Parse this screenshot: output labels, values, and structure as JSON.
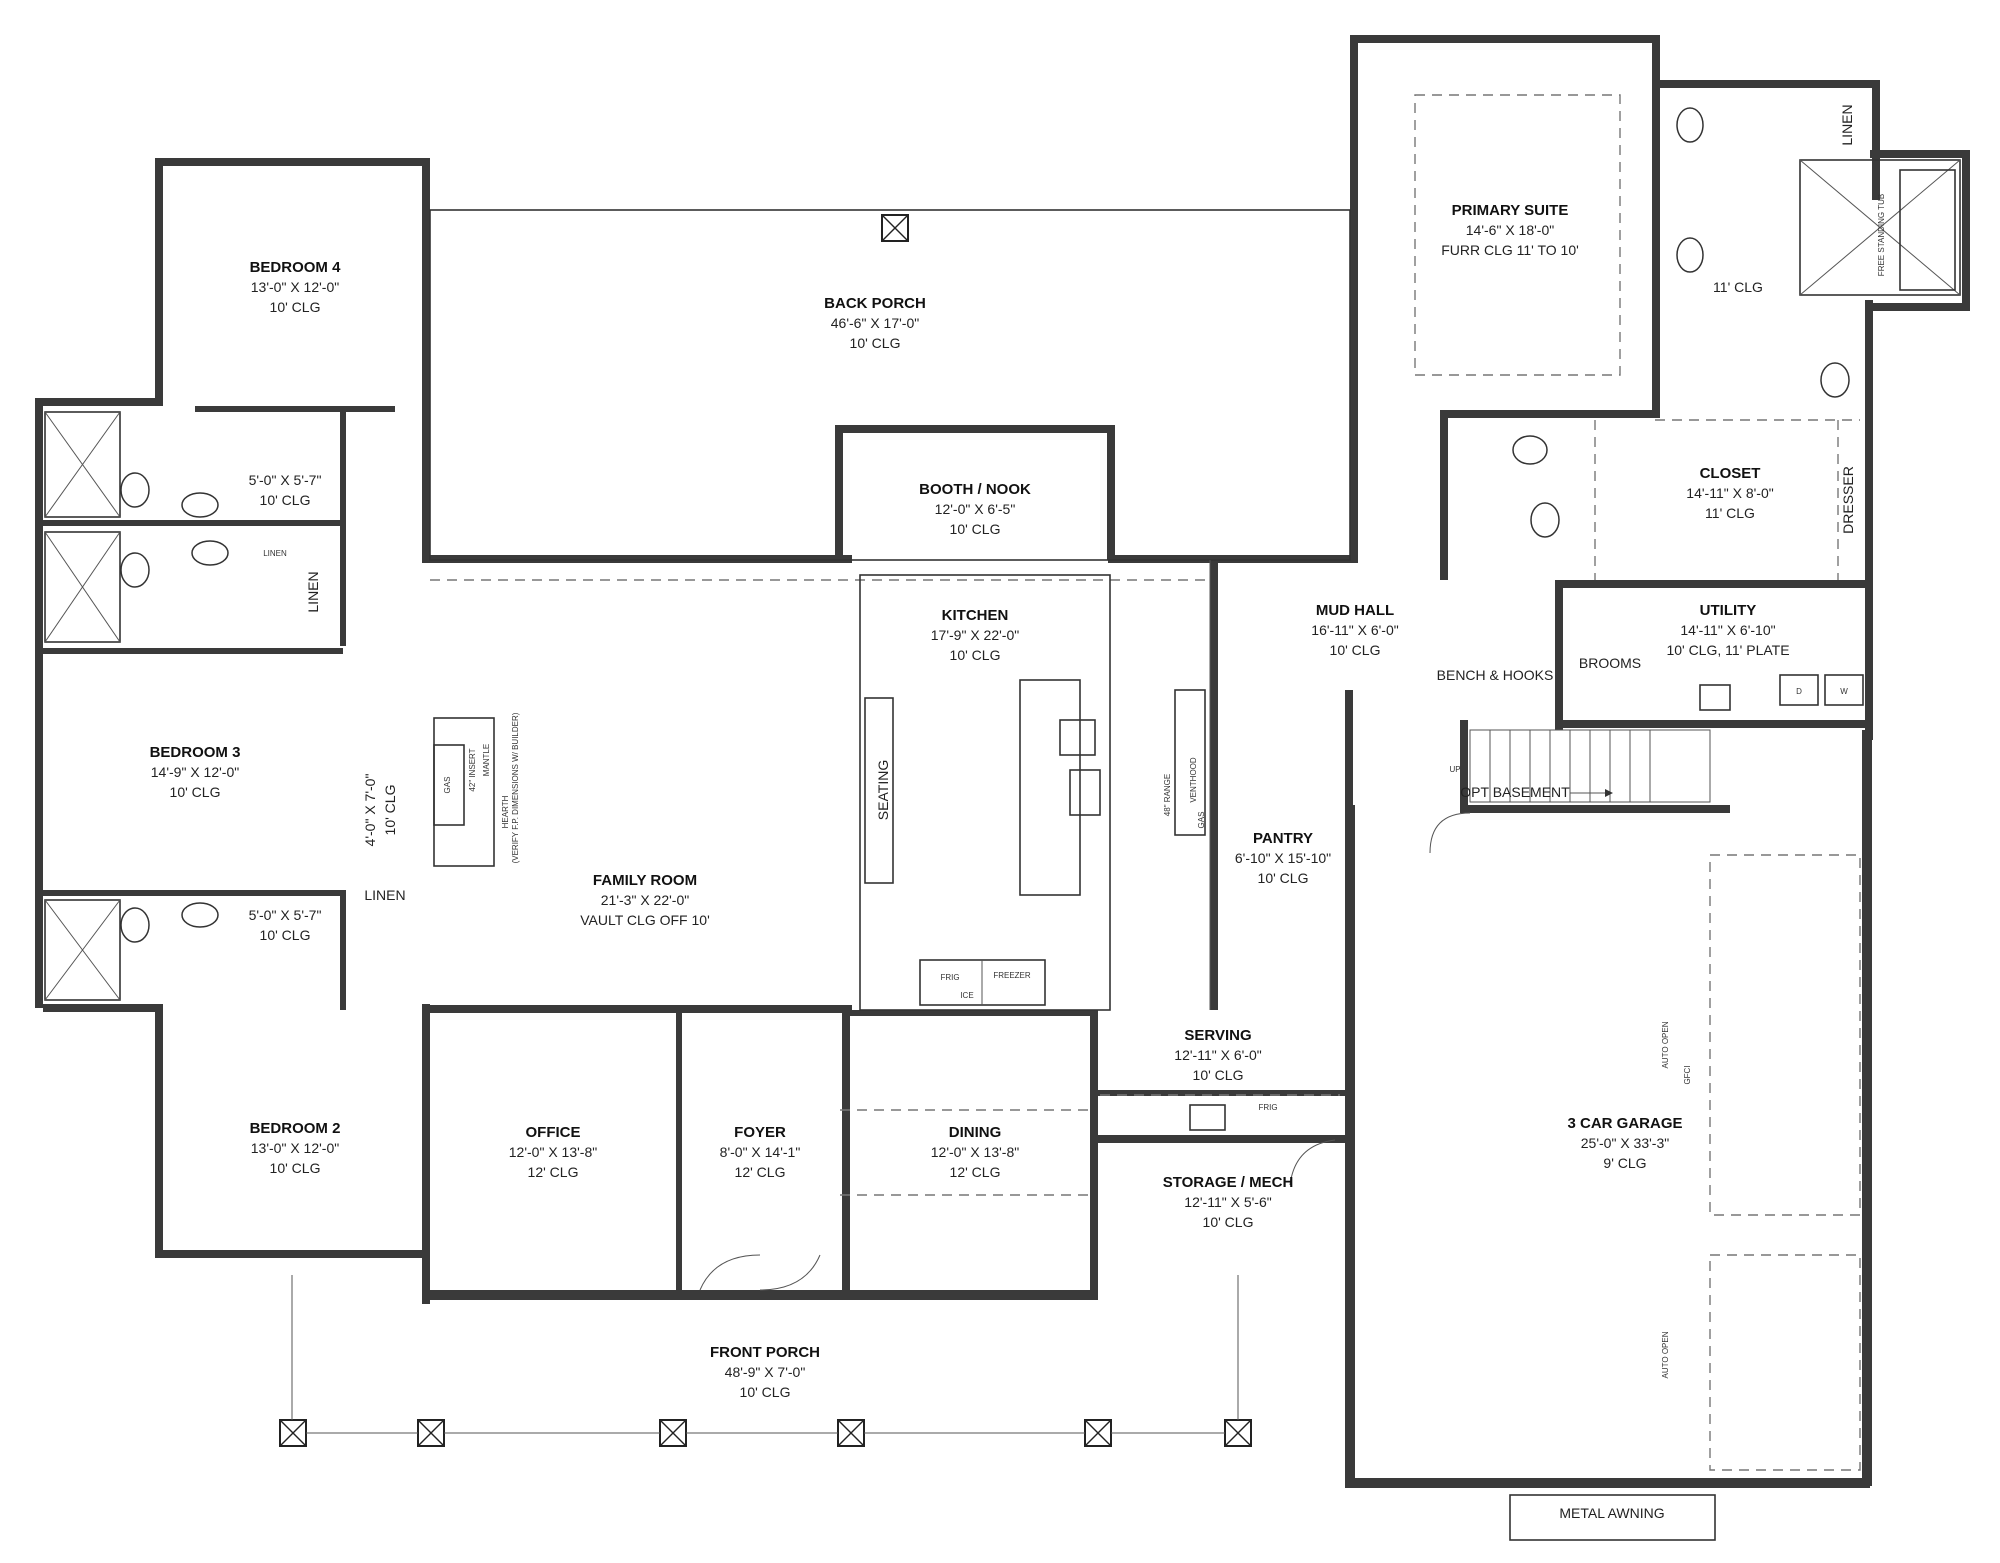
{
  "rooms": [
    {
      "id": "bedroom4",
      "name": "BEDROOM 4",
      "dims": "13'-0\" X 12'-0\"",
      "ceiling": "10' CLG"
    },
    {
      "id": "back-porch",
      "name": "BACK PORCH",
      "dims": "46'-6\" X 17'-0\"",
      "ceiling": "10' CLG"
    },
    {
      "id": "primary-suite",
      "name": "PRIMARY SUITE",
      "dims": "14'-6\" X 18'-0\"",
      "ceiling": "FURR CLG 11' TO 10'"
    },
    {
      "id": "booth-nook",
      "name": "BOOTH / NOOK",
      "dims": "12'-0\" X 6'-5\"",
      "ceiling": "10' CLG"
    },
    {
      "id": "closet",
      "name": "CLOSET",
      "dims": "14'-11\" X 8'-0\"",
      "ceiling": "11' CLG"
    },
    {
      "id": "kitchen",
      "name": "KITCHEN",
      "dims": "17'-9\" X 22'-0\"",
      "ceiling": "10' CLG"
    },
    {
      "id": "mud-hall",
      "name": "MUD HALL",
      "dims": "16'-11\" X 6'-0\"",
      "ceiling": "10' CLG"
    },
    {
      "id": "utility",
      "name": "UTILITY",
      "dims": "14'-11\" X 6'-10\"",
      "ceiling": "10' CLG, 11' PLATE"
    },
    {
      "id": "bedroom3",
      "name": "BEDROOM 3",
      "dims": "14'-9\" X 12'-0\"",
      "ceiling": "10' CLG"
    },
    {
      "id": "pantry",
      "name": "PANTRY",
      "dims": "6'-10\" X 15'-10\"",
      "ceiling": "10' CLG"
    },
    {
      "id": "family-room",
      "name": "FAMILY ROOM",
      "dims": "21'-3\" X 22'-0\"",
      "ceiling": "VAULT CLG OFF 10'"
    },
    {
      "id": "serving",
      "name": "SERVING",
      "dims": "12'-11\" X 6'-0\"",
      "ceiling": "10' CLG"
    },
    {
      "id": "bedroom2",
      "name": "BEDROOM 2",
      "dims": "13'-0\" X 12'-0\"",
      "ceiling": "10' CLG"
    },
    {
      "id": "office",
      "name": "OFFICE",
      "dims": "12'-0\" X 13'-8\"",
      "ceiling": "12' CLG"
    },
    {
      "id": "foyer",
      "name": "FOYER",
      "dims": "8'-0\" X 14'-1\"",
      "ceiling": "12' CLG"
    },
    {
      "id": "dining",
      "name": "DINING",
      "dims": "12'-0\" X 13'-8\"",
      "ceiling": "12' CLG"
    },
    {
      "id": "storage-mech",
      "name": "STORAGE / MECH",
      "dims": "12'-11\" X 5'-6\"",
      "ceiling": "10' CLG"
    },
    {
      "id": "garage",
      "name": "3 CAR GARAGE",
      "dims": "25'-0\" X 33'-3\"",
      "ceiling": "9' CLG"
    },
    {
      "id": "front-porch",
      "name": "FRONT PORCH",
      "dims": "48'-9\" X 7'-0\"",
      "ceiling": "10' CLG"
    }
  ],
  "baths": [
    {
      "id": "bath-upper",
      "dims": "5'-0\" X 5'-7\"",
      "ceiling": "10' CLG"
    },
    {
      "id": "bath-lower",
      "dims": "5'-0\" X 5'-7\"",
      "ceiling": "10' CLG"
    },
    {
      "id": "closet-small",
      "dims": "4'-0\" X 7'-0\"",
      "ceiling": "10' CLG"
    }
  ],
  "labels": {
    "linen_1": "LINEN",
    "linen_2": "LINEN",
    "linen_3": "LINEN",
    "linen_small": "LINEN",
    "dresser": "DRESSER",
    "primary_bath_clg": "11' CLG",
    "free_tub": "FREE STANDING TUB",
    "seating": "SEATING",
    "bench_hooks": "BENCH & HOOKS",
    "brooms": "BROOMS",
    "up": "UP",
    "opt_basement": "OPT BASEMENT",
    "metal_awning": "METAL AWNING",
    "frig": "FRIG",
    "freezer": "FREEZER",
    "ice": "ICE",
    "frig2": "FRIG",
    "range": "48\" RANGE",
    "venthood": "VENTHOOD",
    "gas": "GAS",
    "gas2": "GAS",
    "insert": "42\" INSERT",
    "mantle": "MANTLE",
    "hearth": "HEARTH",
    "hearth_note": "(VERIFY F.P. DIMENSIONS W/ BUILDER)",
    "auto_open_1": "AUTO OPEN",
    "auto_open_2": "AUTO OPEN",
    "gfci": "GFCI",
    "washer": "W",
    "dryer": "D"
  }
}
